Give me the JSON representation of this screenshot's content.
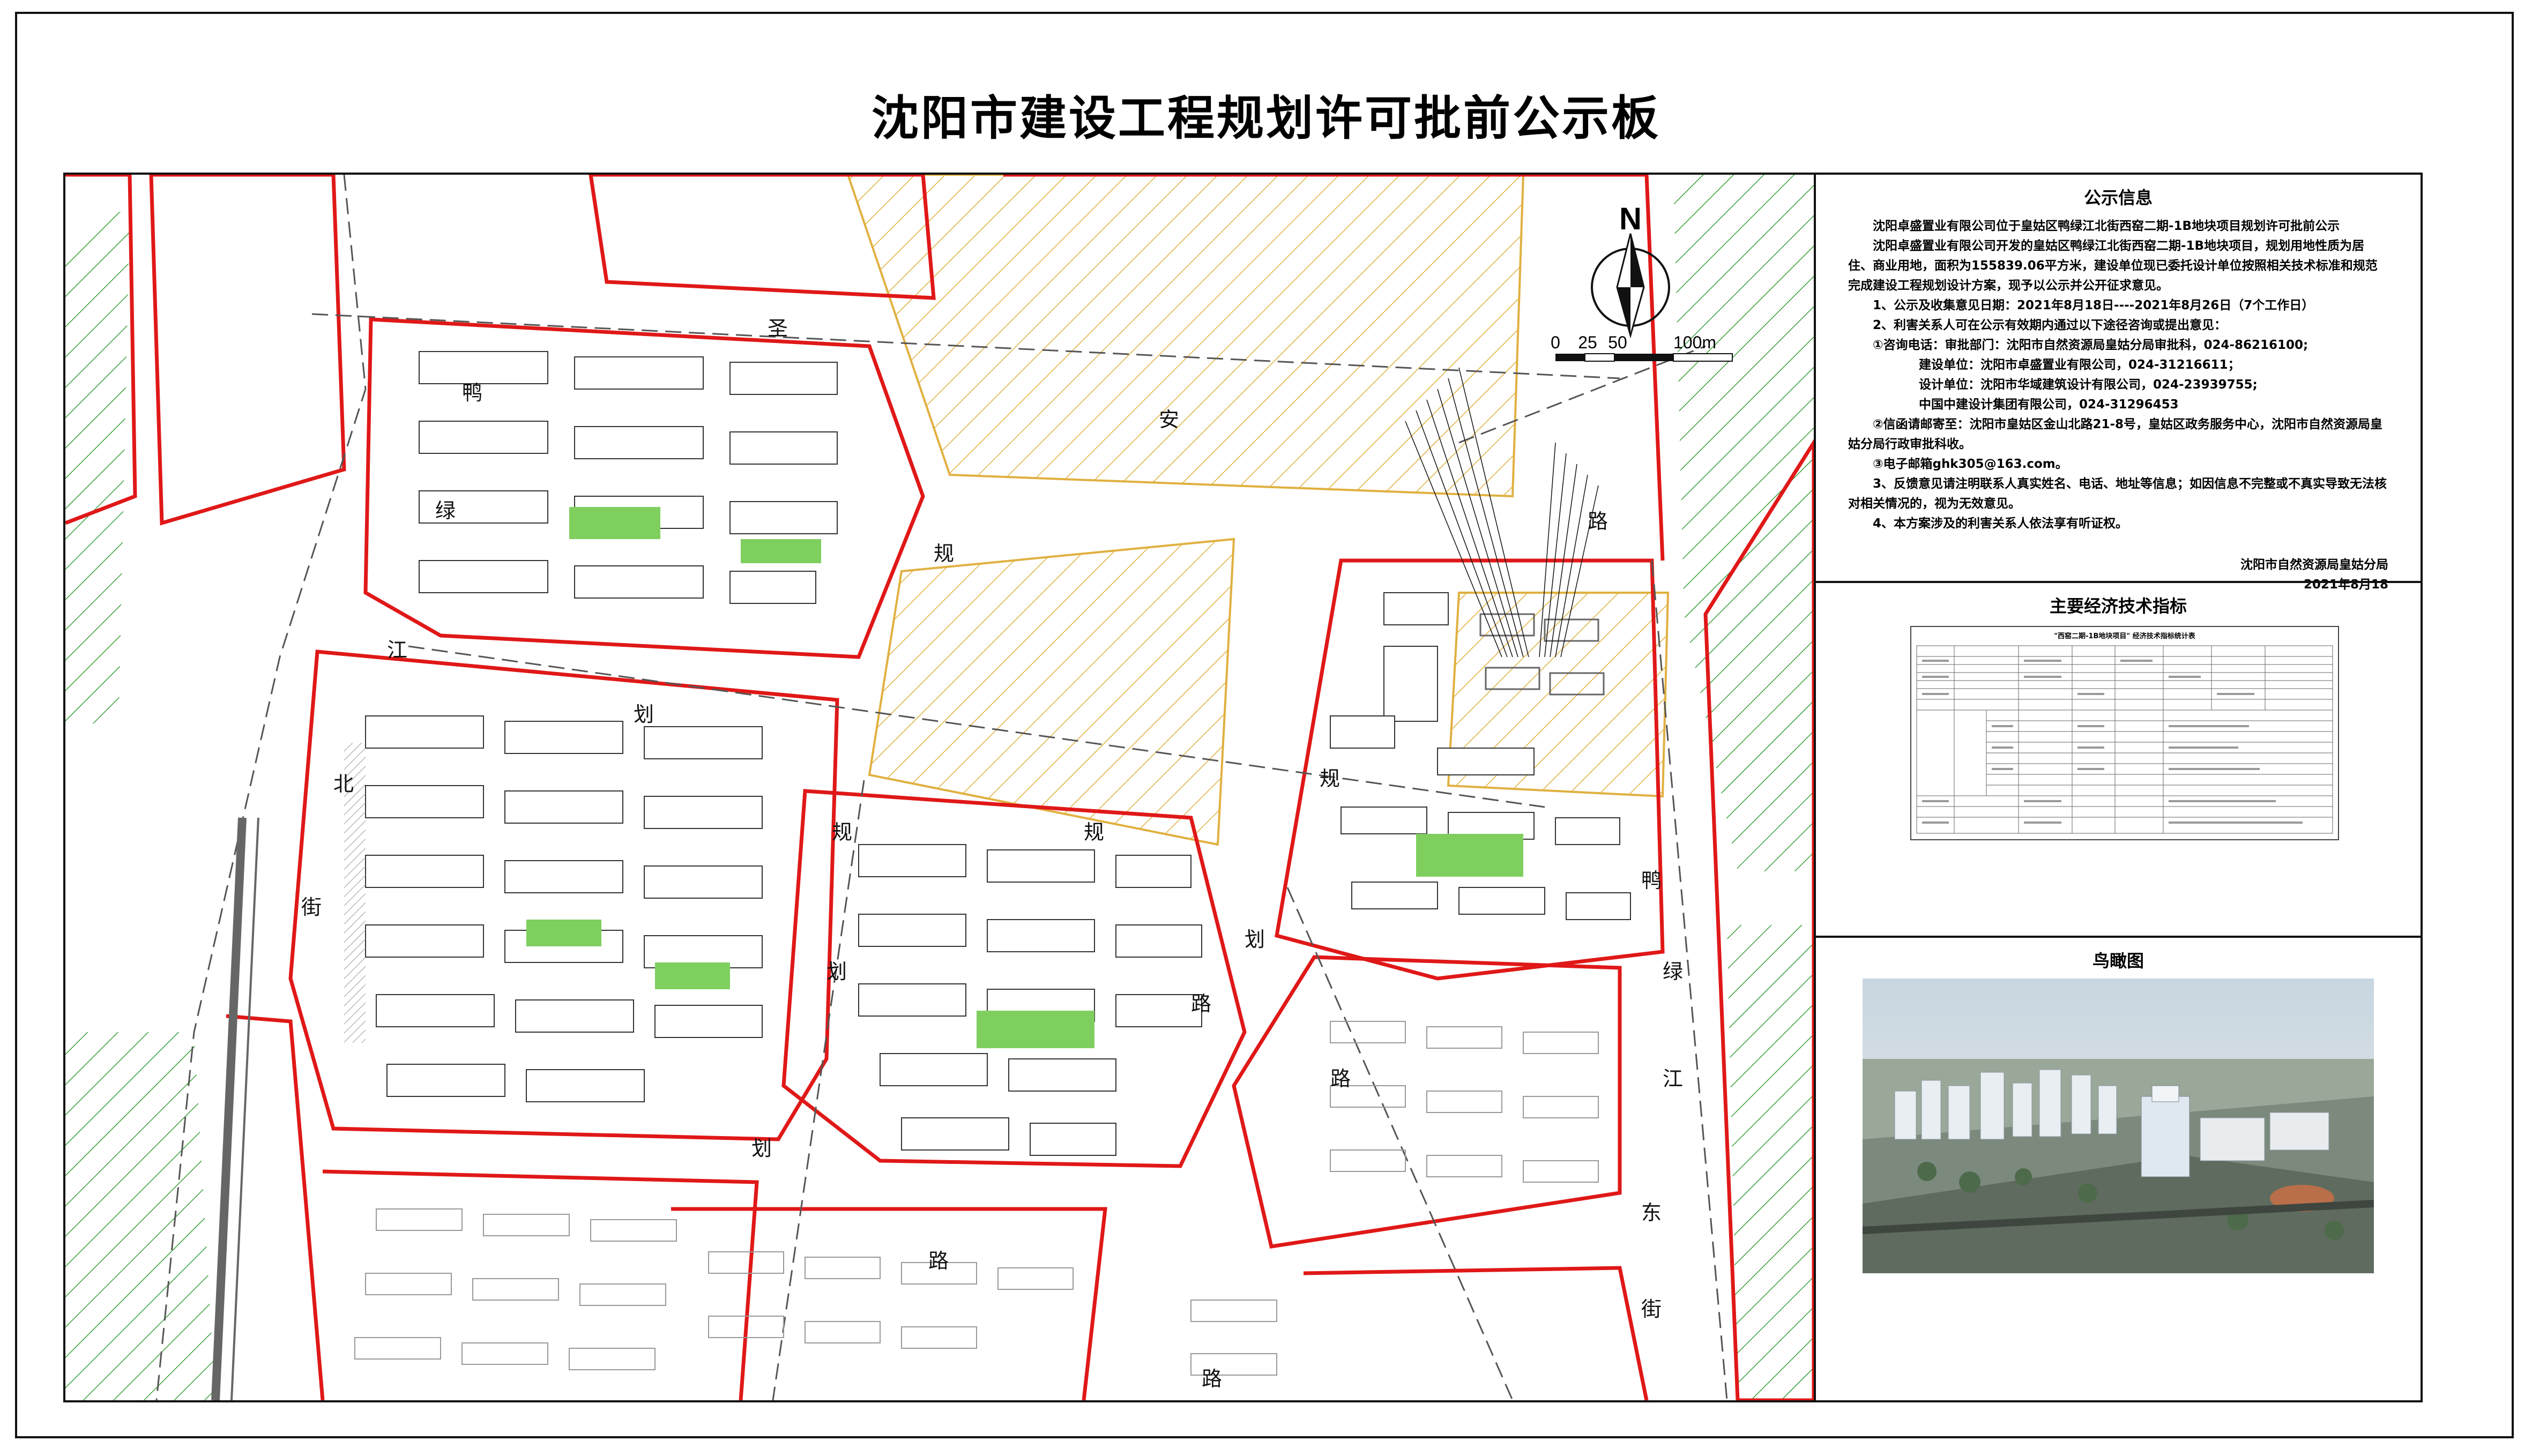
{
  "title": "沈阳市建设工程规划许可批前公示板",
  "compass": {
    "north": "N"
  },
  "scale_bar": {
    "labels": [
      "0",
      "25",
      "50",
      "100m"
    ]
  },
  "road_labels": [
    {
      "text": "圣"
    },
    {
      "text": "安"
    },
    {
      "text": "路"
    },
    {
      "text": "鸭"
    },
    {
      "text": "绿"
    },
    {
      "text": "江"
    },
    {
      "text": "北"
    },
    {
      "text": "街"
    },
    {
      "text": "规"
    },
    {
      "text": "划"
    },
    {
      "text": "规"
    },
    {
      "text": "划"
    },
    {
      "text": "规"
    },
    {
      "text": "划"
    },
    {
      "text": "路"
    },
    {
      "text": "路"
    },
    {
      "text": "规"
    },
    {
      "text": "划"
    },
    {
      "text": "路"
    },
    {
      "text": "路"
    },
    {
      "text": "鸭"
    },
    {
      "text": "绿"
    },
    {
      "text": "江"
    },
    {
      "text": "东"
    },
    {
      "text": "街"
    }
  ],
  "notice": {
    "section_title": "公示信息",
    "lead": "沈阳卓盛置业有限公司位于皇姑区鸭绿江北街西窑二期-1B地块项目规划许可批前公示",
    "intro": "沈阳卓盛置业有限公司开发的皇姑区鸭绿江北街西窑二期-1B地块项目，规划用地性质为居住、商业用地，面积为155839.06平方米，建设单位现已委托设计单位按照相关技术标准和规范完成建设工程规划设计方案，现予以公示并公开征求意见。",
    "item1": "1、公示及收集意见日期：2021年8月18日----2021年8月26日（7个工作日）",
    "item2": "2、利害关系人可在公示有效期内通过以下途径咨询或提出意见：",
    "item2_1": "①咨询电话：审批部门：沈阳市自然资源局皇姑分局审批科，024-86216100;",
    "item2_1b": "建设单位：沈阳市卓盛置业有限公司，024-31216611；",
    "item2_1c": "设计单位：沈阳市华域建筑设计有限公司，024-23939755;",
    "item2_1d": "中国中建设计集团有限公司，024-31296453",
    "item2_2": "②信函请邮寄至：沈阳市皇姑区金山北路21-8号，皇姑区政务服务中心，沈阳市自然资源局皇姑分局行政审批科收。",
    "item2_3": "③电子邮箱ghk305@163.com。",
    "item3": "3、反馈意见请注明联系人真实姓名、电话、地址等信息；如因信息不完整或不真实导致无法核对相关情况的，视为无效意见。",
    "item4": "4、本方案涉及的利害关系人依法享有听证权。",
    "signature": "沈阳市自然资源局皇姑分局",
    "date": "2021年8月18"
  },
  "indicators": {
    "section_title": "主要经济技术指标",
    "table_caption": "\"西窑二期-1B地块项目\" 经济技术指标统计表"
  },
  "aerial": {
    "section_title": "鸟瞰图"
  },
  "colors": {
    "boundary": "#e01818",
    "hatch": "#e0b040",
    "green_hatch": "#3aa03a",
    "lawn": "#7fcf5f"
  }
}
